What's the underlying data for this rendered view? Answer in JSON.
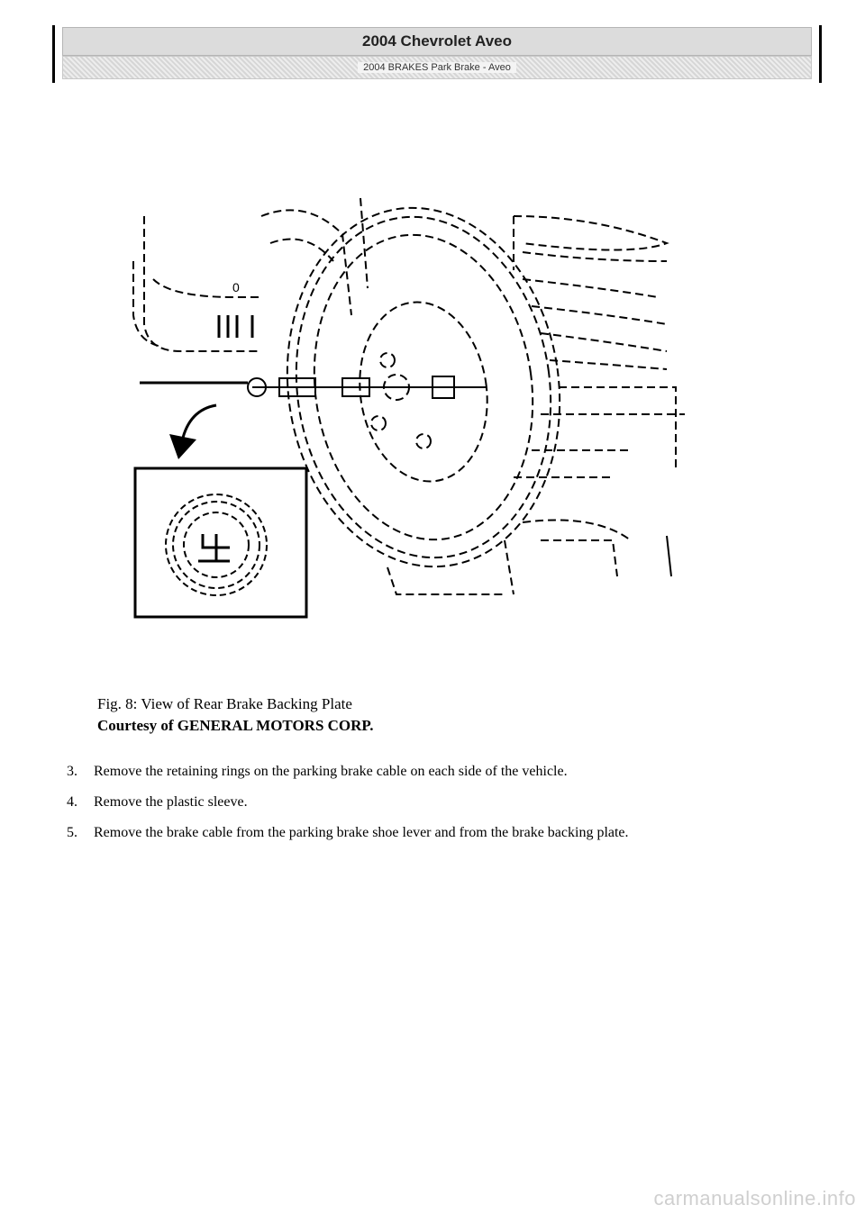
{
  "header": {
    "title": "2004 Chevrolet Aveo",
    "subtitle": "2004 BRAKES Park Brake - Aveo"
  },
  "figure": {
    "alt_icon": "rear-brake-backing-plate-illustration"
  },
  "caption": {
    "line1": "Fig. 8: View of Rear Brake Backing Plate",
    "line2": "Courtesy of GENERAL MOTORS CORP."
  },
  "steps": [
    {
      "num": "3.",
      "text": "Remove the retaining rings on the parking brake cable on each side of the vehicle."
    },
    {
      "num": "4.",
      "text": "Remove the plastic sleeve."
    },
    {
      "num": "5.",
      "text": "Remove the brake cable from the parking brake shoe lever and from the brake backing plate."
    }
  ],
  "watermark": "carmanualsonline.info"
}
